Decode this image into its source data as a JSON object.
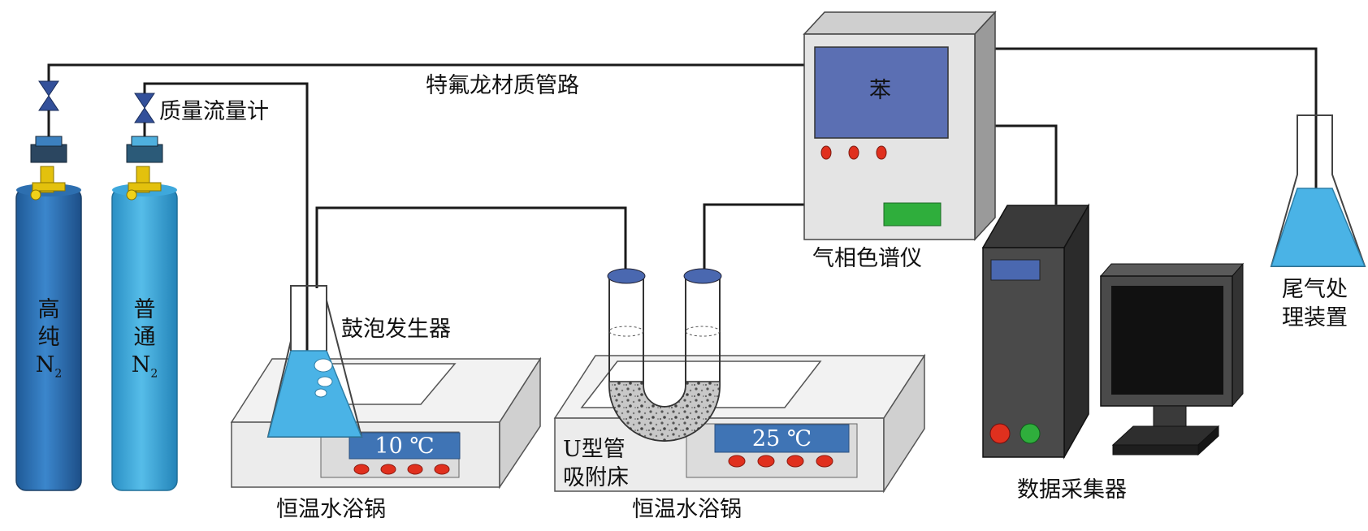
{
  "labels": {
    "ptfe_pipeline": "特氟龙材质管路",
    "mass_flow_meter": "质量流量计",
    "bubble_generator": "鼓泡发生器",
    "gas_chromatograph": "气相色谱仪",
    "gc_screen": "苯",
    "data_collector": "数据采集器",
    "tail_gas_line1": "尾气处",
    "tail_gas_line2": "理装置",
    "water_bath_left": "恒温水浴锅",
    "water_bath_right": "恒温水浴锅",
    "u_tube_line1": "U型管",
    "u_tube_line2": "吸附床"
  },
  "cylinders": [
    {
      "line1": "高",
      "line2": "纯",
      "symbol": "N",
      "subscript": "2",
      "color": "#2f72b6"
    },
    {
      "line1": "普",
      "line2": "通",
      "symbol": "N",
      "subscript": "2",
      "color": "#3aa6d8"
    }
  ],
  "bath_displays": {
    "left": "10 ℃",
    "right": "25 ℃"
  },
  "colors": {
    "line": "#1a1a1a",
    "display_blue": "#3f74b5",
    "gc_screen": "#5b6fb3",
    "liquid": "#4ab3e6",
    "button_red": "#e0301e",
    "button_green": "#2fae3c"
  }
}
